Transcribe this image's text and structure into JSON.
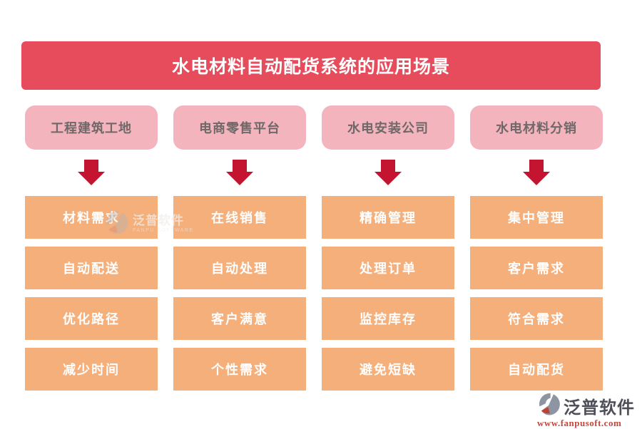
{
  "title": "水电材料自动配货系统的应用场景",
  "columns": [
    {
      "header": "工程建筑工地",
      "items": [
        "材料需求",
        "自动配送",
        "优化路径",
        "减少时间"
      ]
    },
    {
      "header": "电商零售平台",
      "items": [
        "在线销售",
        "自动处理",
        "客户满意",
        "个性需求"
      ]
    },
    {
      "header": "水电安装公司",
      "items": [
        "精确管理",
        "处理订单",
        "监控库存",
        "避免短缺"
      ]
    },
    {
      "header": "水电材料分销",
      "items": [
        "集中管理",
        "客户需求",
        "符合需求",
        "自动配货"
      ]
    }
  ],
  "watermark": {
    "name": "泛普软件",
    "subtitle": "FANPU SOFTWARE"
  },
  "footer": {
    "brand": "泛普软件",
    "url": "www.fanpusoft.com"
  },
  "icons": {
    "arrow": "down-arrow-icon",
    "logo": "fanpu-logo-icon"
  },
  "colors": {
    "banner_bg": "#E64C5B",
    "banner_text": "#FFFFFF",
    "arrow": "#C41430",
    "header_box_bg": "#F4B4BD",
    "header_box_text": "#6F6868",
    "item_box_bg": "#F4AF7B",
    "item_box_text": "#FFFFFF",
    "footer_brand_text": "#4F4F59",
    "footer_url_text": "#C4483C"
  }
}
